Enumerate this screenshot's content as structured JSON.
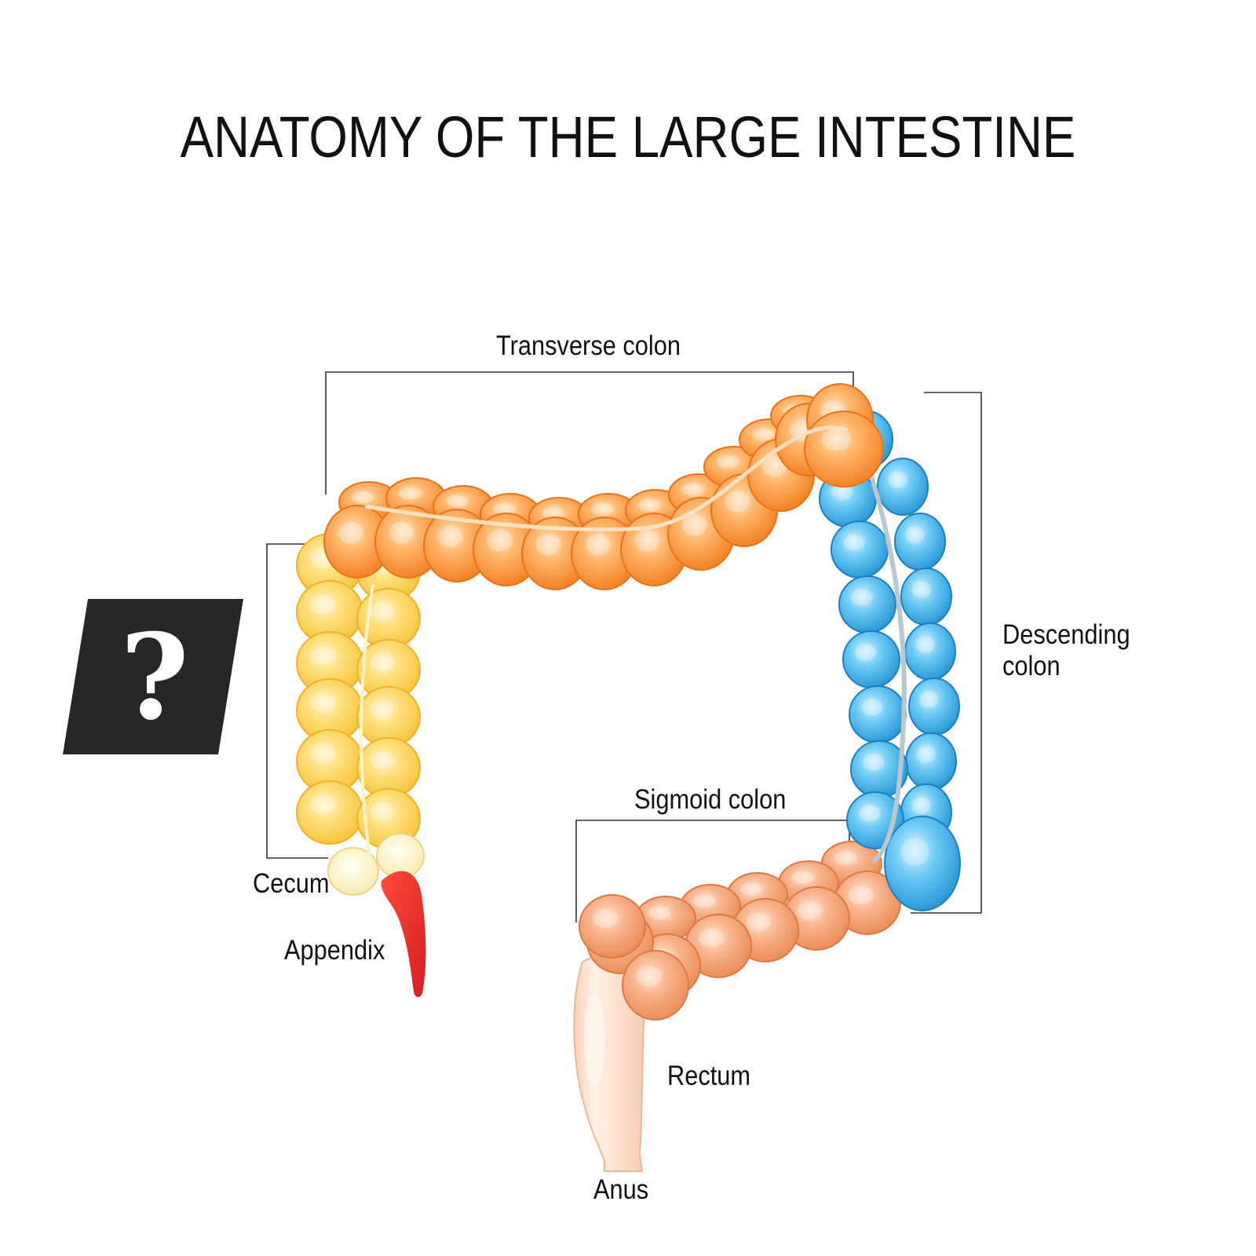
{
  "title": "ANATOMY OF THE LARGE INTESTINE",
  "placeholder_box": {
    "text": "?",
    "color": "#262626"
  },
  "labels": {
    "transverse_colon": "Transverse colon",
    "descending_colon_line1": "Descending",
    "descending_colon_line2": "colon",
    "sigmoid_colon": "Sigmoid colon",
    "cecum": "Cecum",
    "appendix": "Appendix",
    "rectum": "Rectum",
    "anus": "Anus"
  },
  "colors": {
    "ascending_colon": "#FFD54F",
    "transverse_colon": "#FF9A3C",
    "descending_colon": "#2FA8E6",
    "sigmoid_colon": "#F6A070",
    "appendix": "#E5262B",
    "rectum": "#FBD9C4"
  }
}
